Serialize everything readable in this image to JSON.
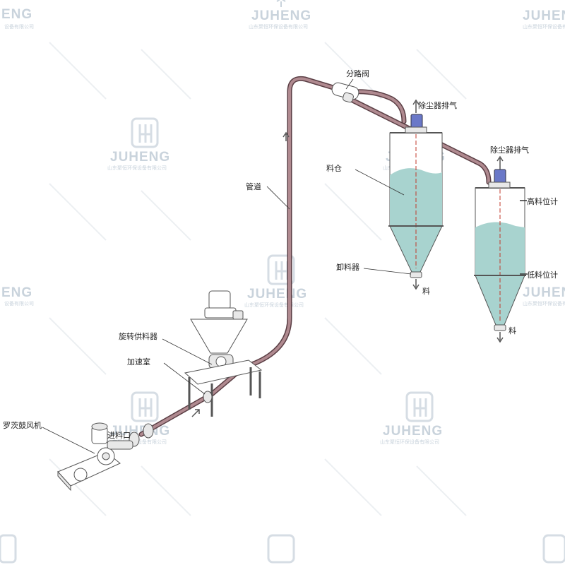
{
  "watermark": {
    "brand": "JUHENG",
    "brand_partial": "ENG",
    "company": "山东聚恒环保设备有限公司",
    "company_partial": "设备有限公司"
  },
  "labels": {
    "diverter_valve": "分路阀",
    "dust_collector_exhaust_1": "除尘器排气",
    "dust_collector_exhaust_2": "除尘器排气",
    "silo": "料仓",
    "pipeline": "管道",
    "high_level_gauge": "高料位计",
    "low_level_gauge": "低料位计",
    "discharger": "卸料器",
    "material_out_1": "料",
    "material_out_2": "料",
    "rotary_feeder": "旋转供料器",
    "acceleration_chamber": "加速室",
    "inlet": "进料口",
    "roots_blower": "罗茨鼓风机"
  },
  "colors": {
    "pipe": "#5b3f45",
    "powder": "#a8d3cf",
    "exhaust_unit": "#6a78c8",
    "centerline": "#c0392b",
    "watermark": "#c9d3dc"
  }
}
